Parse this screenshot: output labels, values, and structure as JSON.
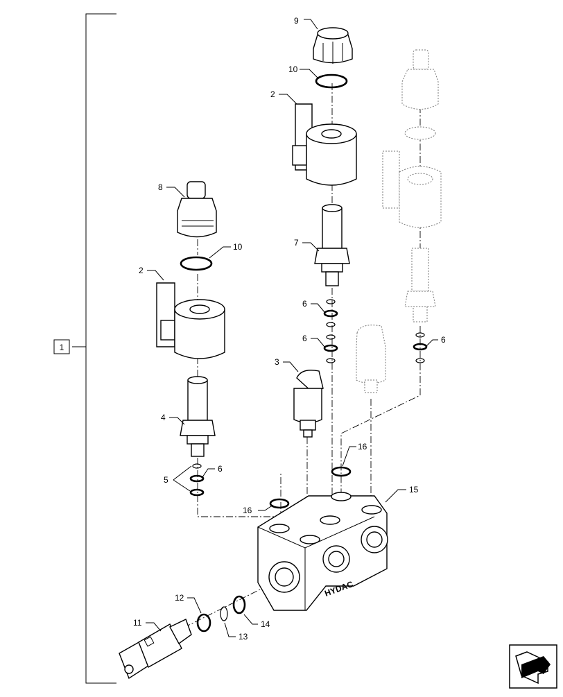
{
  "assembly_ref": "1",
  "callouts": {
    "c1": "2",
    "c2": "2",
    "c3": "3",
    "c4": "4",
    "c5": "5",
    "c6a": "6",
    "c6b": "6",
    "c6c": "6",
    "c6d": "6",
    "c7": "7",
    "c8": "8",
    "c9": "9",
    "c10a": "10",
    "c10b": "10",
    "c11": "11",
    "c12": "12",
    "c13": "13",
    "c14": "14",
    "c15": "15",
    "c16a": "16",
    "c16b": "16"
  },
  "block_marking": "HYDAC",
  "nav_icon": "book-arrow-icon"
}
